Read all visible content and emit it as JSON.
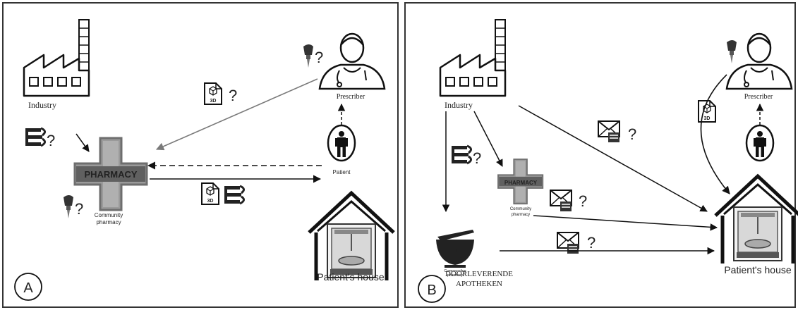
{
  "panels": [
    {
      "letter": "A",
      "labels": {
        "industry": "Industry",
        "prescriber": "Prescriber",
        "patient": "Patient",
        "pharmacy_sign": "PHARMACY",
        "community_line1": "Community",
        "community_line2": "pharmacy",
        "patients_house": "Patient's house",
        "question": "?"
      }
    },
    {
      "letter": "B",
      "labels": {
        "industry": "Industry",
        "prescriber": "Prescriber",
        "pharmacy_sign": "PHARMACY",
        "community_line1": "Community",
        "community_line2": "pharmacy",
        "compounding_line1": "Compounding",
        "compounding_line2": "pharmacy",
        "doorleverende_line1": "DOORLEVERENDE",
        "doorleverende_line2": "APOTHEKEN",
        "patients_house": "Patient's house",
        "question": "?"
      }
    }
  ],
  "icons": {
    "file_badge": "3D",
    "rx_symbol": "R"
  },
  "colors": {
    "frame": "#333333",
    "dark": "#2a2a2a",
    "line": "#111111",
    "grey_arrow": "#7a7a7a",
    "pharmacy_grey": "#9a9a9a"
  }
}
